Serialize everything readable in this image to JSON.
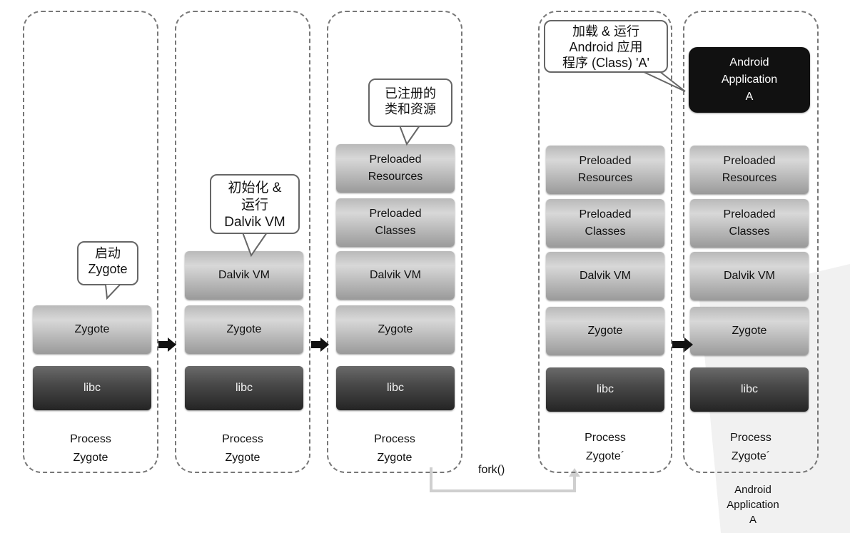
{
  "panels": [
    {
      "label": "Process\nZygote",
      "blocks": {
        "zygote": "Zygote",
        "libc": "libc"
      }
    },
    {
      "label": "Process\nZygote",
      "blocks": {
        "dalvik": "Dalvik VM",
        "zygote": "Zygote",
        "libc": "libc"
      }
    },
    {
      "label": "Process\nZygote",
      "blocks": {
        "resources": "Preloaded\n    Resources",
        "classes": "Preloaded\n   Classes",
        "dalvik": "Dalvik VM",
        "zygote": "Zygote",
        "libc": "libc"
      }
    },
    {
      "label": "Process\nZygote´",
      "blocks": {
        "resources": "Preloaded\n    Resources",
        "classes": "Preloaded\n   Classes",
        "dalvik": "Dalvik VM",
        "zygote": "Zygote",
        "libc": "libc"
      }
    },
    {
      "label": "Process\nZygote´",
      "blocks": {
        "app": "Android\nApplication\nA",
        "resources": "Preloaded\n    Resources",
        "classes": "Preloaded\n   Classes",
        "dalvik": "Dalvik VM",
        "zygote": "Zygote",
        "libc": "libc"
      }
    }
  ],
  "callouts": {
    "start": "启动\nZygote",
    "init": "初始化 &\n运行\nDalvik VM",
    "registered": "已注册的\n类和资源",
    "load": "加载 & 运行\nAndroid 应用\n程序 (Class) 'A'"
  },
  "fork_label": "fork()",
  "bottom_label": "Android\nApplication\nA",
  "colors": {
    "border": "#777777",
    "block_light": "#b9b9b9",
    "block_dark": "#4a4a4a",
    "app": "#111111"
  }
}
